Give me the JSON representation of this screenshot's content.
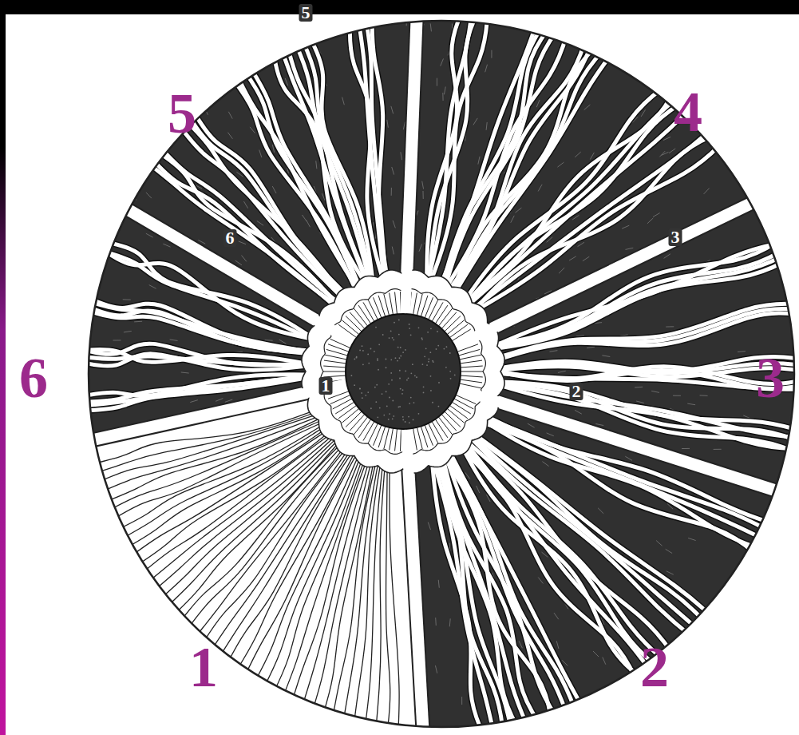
{
  "diagram": {
    "labels": [
      "5",
      "5",
      "4",
      "6",
      "3",
      "6",
      "3",
      "1",
      "2",
      "1",
      "2"
    ]
  }
}
